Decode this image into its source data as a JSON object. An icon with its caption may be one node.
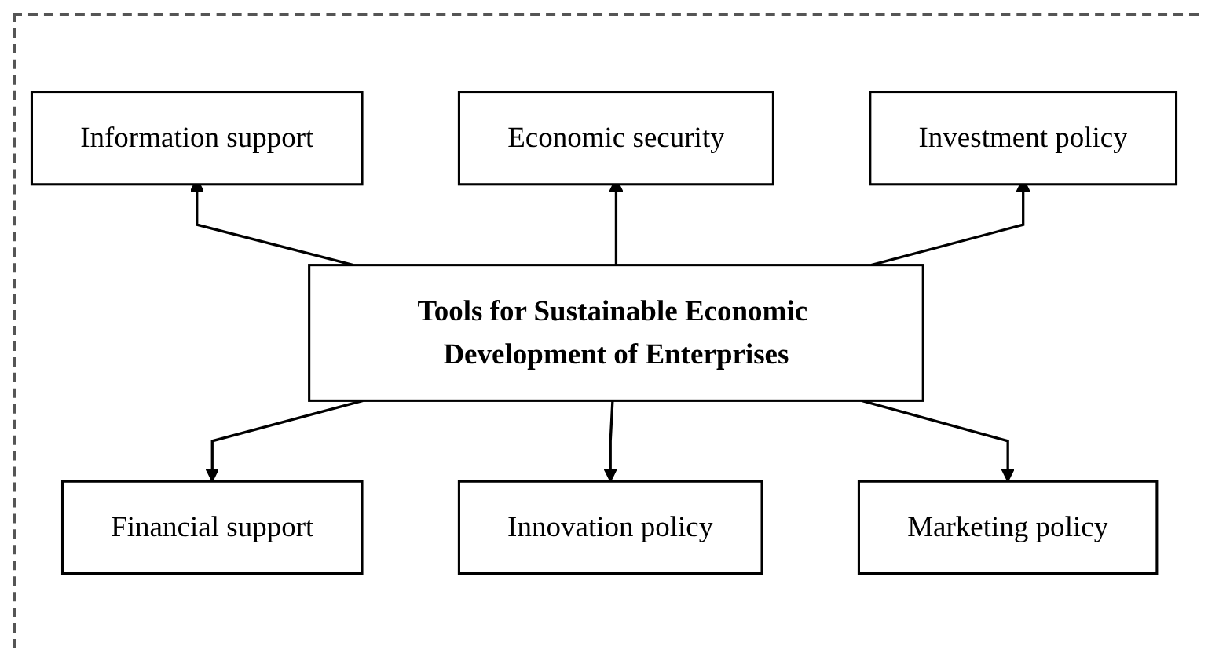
{
  "diagram": {
    "nodes": [
      {
        "text": [
          "Information support"
        ]
      },
      {
        "text": [
          "Economic security"
        ]
      },
      {
        "text": [
          "Investment policy"
        ]
      },
      {
        "text": [
          "Tools for Sustainable Economic Development of Enterprises"
        ]
      },
      {
        "text": [
          "Financial support"
        ]
      },
      {
        "text": [
          "Innovation policy"
        ]
      },
      {
        "text": [
          "Marketing policy"
        ]
      }
    ],
    "edges": [
      {
        "from": 3,
        "to": 0,
        "arrow": "to"
      },
      {
        "from": 3,
        "to": 1,
        "arrow": "to"
      },
      {
        "from": 3,
        "to": 2,
        "arrow": "to"
      },
      {
        "from": 3,
        "to": 4,
        "arrow": "to"
      },
      {
        "from": 3,
        "to": 5,
        "arrow": "to"
      },
      {
        "from": 3,
        "to": 6,
        "arrow": "to"
      }
    ]
  }
}
